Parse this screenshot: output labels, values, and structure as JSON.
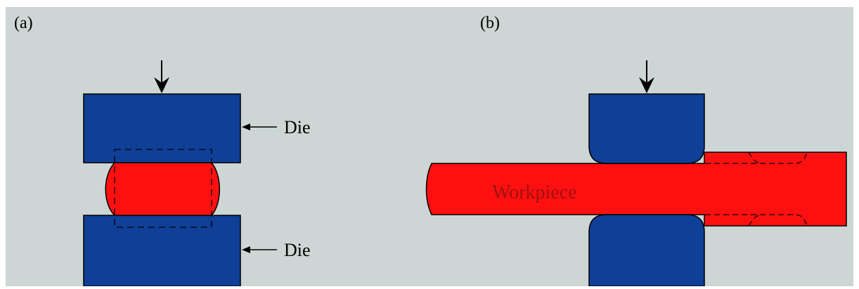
{
  "colors": {
    "background": "#cdd6d4",
    "die": "#0f3f97",
    "workpiece": "#ff1010",
    "outline": "#000000",
    "workpiece_label": "#a01010"
  },
  "panel_a": {
    "label": "(a)",
    "die_top_label": "Die",
    "die_bottom_label": "Die"
  },
  "panel_b": {
    "label": "(b)",
    "workpiece_label": "Workpiece"
  }
}
